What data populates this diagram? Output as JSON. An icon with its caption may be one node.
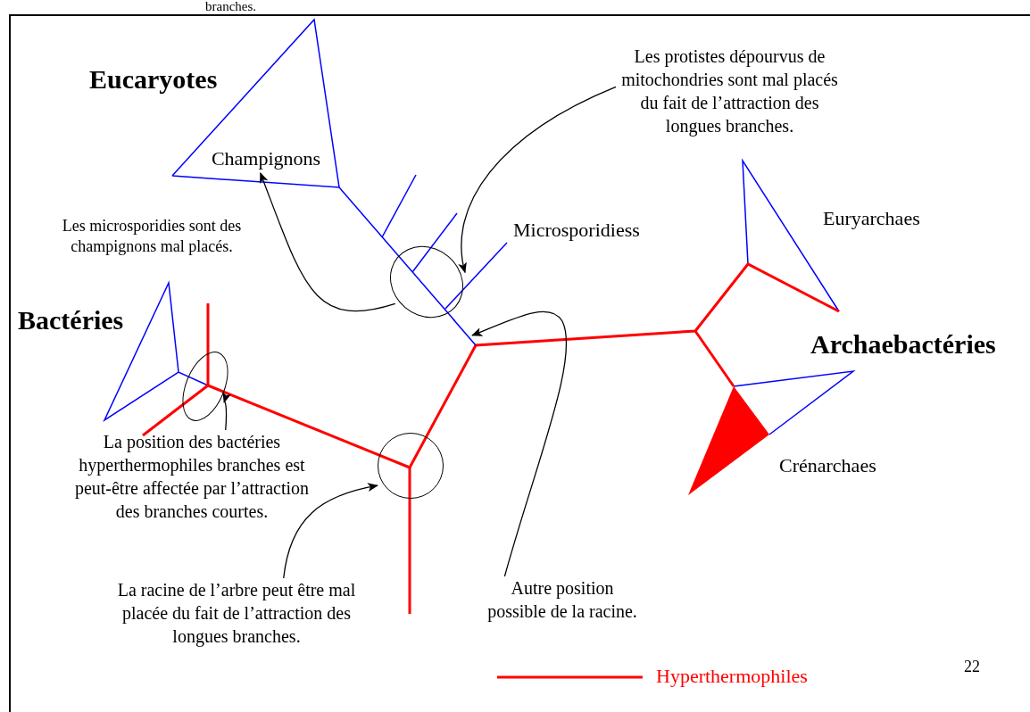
{
  "diagram": {
    "nodes": [
      {
        "text": [
          "Les protistes dépourvus de mitochondries sont mal placés du fait de l’attraction des longues branches."
        ]
      },
      {
        "text": [],
        "shape": "ellipse"
      },
      {
        "text": [
          "Champignons"
        ]
      },
      {
        "text": [],
        "shape": "ellipse"
      },
      {
        "text": [
          "La position des bactéries hyperthermophiles branches est peut-être affectée par l’attraction des branches courtes."
        ]
      },
      {
        "text": [],
        "shape": "circle"
      },
      {
        "text": [
          "La racine de l’arbre peut être mal placée du fait de l’attraction des longues branches."
        ]
      },
      {
        "text": [
          "Autre position possible de la racine."
        ]
      },
      {
        "text": [],
        "shape": "line"
      }
    ],
    "edges": [
      {
        "from": 0,
        "to": 1,
        "arrow": "to"
      },
      {
        "from": 1,
        "to": 2,
        "arrow": "to"
      },
      {
        "from": 4,
        "to": 3,
        "arrow": "to"
      },
      {
        "from": 6,
        "to": 5,
        "arrow": "to"
      },
      {
        "from": 7,
        "to": 8,
        "arrow": "to"
      }
    ],
    "labels": [
      "branches.",
      "Eucaryotes",
      "Les microsporidies sont des champignons mal placés.",
      "Microsporidiess",
      "Euryarchaes",
      "Bactéries",
      "Archaebactéries",
      "Crénarchaes",
      "22"
    ],
    "legend": [
      {
        "text": "Hyperthermophiles"
      }
    ]
  }
}
